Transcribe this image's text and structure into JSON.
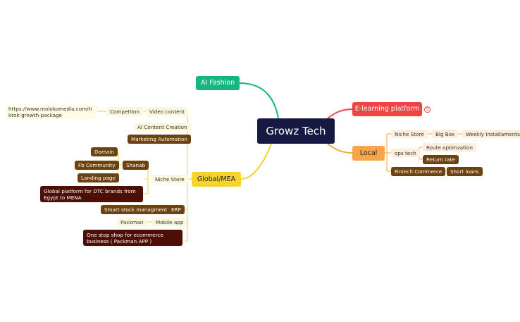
{
  "root": {
    "label": "Growz Tech"
  },
  "branches": {
    "ai_fashion": "AI Fashion",
    "e_learning": "E-learning platform",
    "e_learning_badge": "5",
    "local": "Local",
    "global_mea": "Global/MEA"
  },
  "local": {
    "niche_store": "Niche Store",
    "big_box": "Big Box",
    "weekly_installaments": "Weekly Installaments",
    "ops_tech": "ops tech",
    "route_optimization": "Route optimzation",
    "return_rate": "Return rate",
    "fintech_commerce": "Fintech Commerce",
    "short_loans": "Short loans"
  },
  "global": {
    "video_content": "Video content",
    "competiton": "Competiton",
    "url_note": "https://www.molokomedia.com/tiktok-growth-package",
    "ai_content_creation": "AI Content Creation",
    "marketing_automation": "Marketing Automation",
    "niche_store": "Niche Store",
    "shanab": "Shanab",
    "domain": "Domain",
    "fb_community": "Fb Community",
    "landing_page": "Landing page",
    "dtc_platform": "Global platform for DTC brands from Egypt to MENA",
    "erp": "ERP",
    "smart_stock": "Smart stock managment",
    "mobile_app": "Mobile app",
    "packman": "Packman",
    "one_stop_shop": "One stop shop for ecommerce business ( Packman APP )"
  },
  "colors": {
    "root": "#161a43",
    "ai_fashion": "#15b683",
    "e_learning": "#ef4444",
    "local": "#f7a54a",
    "global_mea": "#f7d330",
    "brown": "#6b4210",
    "dark": "#4d0e05"
  }
}
